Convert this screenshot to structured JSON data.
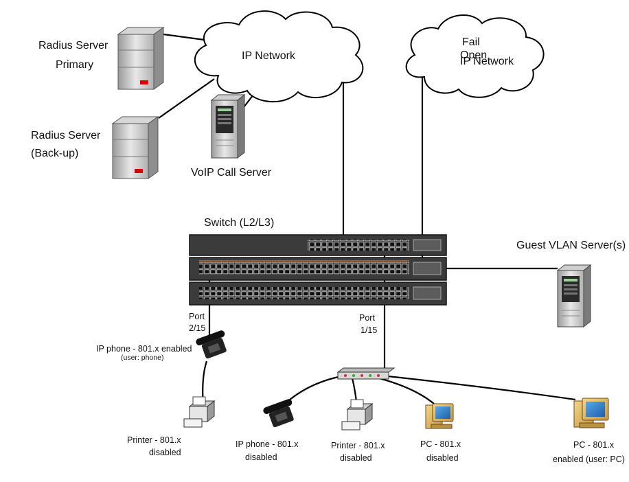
{
  "network": {
    "ip_network": "IP Network",
    "fail_open_line1": "Fail",
    "fail_open_line2": "Open",
    "fail_open_line3": "IP Network"
  },
  "servers": {
    "radius_primary_line1": "Radius Server",
    "radius_primary_line2": "Primary",
    "radius_backup_line1": "Radius Server",
    "radius_backup_line2": "(Back-up)",
    "voip_call_server": "VoIP Call Server",
    "guest_vlan_server": "Guest VLAN Server(s)"
  },
  "switch": {
    "label": "Switch (L2/L3)",
    "port_a_line1": "Port",
    "port_a_line2": "2/15",
    "port_b_line1": "Port",
    "port_b_line2": "1/15"
  },
  "endpoints": {
    "phone_enabled_line1": "IP phone - 801.x enabled",
    "phone_enabled_line2": "(user: phone)",
    "printer_left_line1": "Printer - 801.x",
    "printer_left_line2": "disabled",
    "phone_disabled_line1": "IP phone - 801.x",
    "phone_disabled_line2": "disabled",
    "printer_mid_line1": "Printer - 801.x",
    "printer_mid_line2": "disabled",
    "pc_disabled_line1": "PC - 801.x",
    "pc_disabled_line2": "disabled",
    "pc_enabled_line1": "PC - 801.x",
    "pc_enabled_line2": "enabled (user: PC)"
  }
}
